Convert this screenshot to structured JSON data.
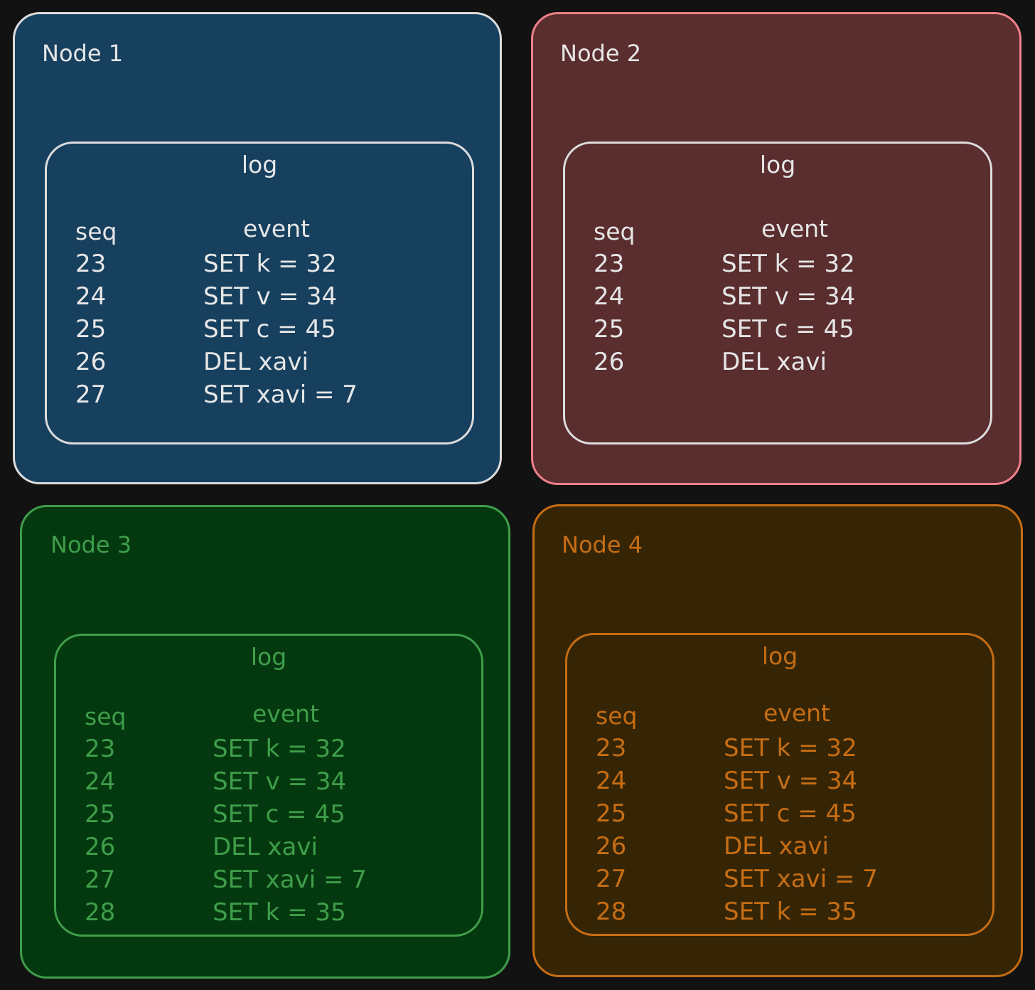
{
  "nodes": [
    {
      "title": "Node 1",
      "colors": {
        "fill": "#17405f",
        "border": "#dcdcdc",
        "text": "#e6e6e6"
      },
      "log": {
        "title": "log",
        "seq_header": "seq",
        "event_header": "event",
        "rows": [
          {
            "seq": "23",
            "event": "SET k = 32"
          },
          {
            "seq": "24",
            "event": "SET v = 34"
          },
          {
            "seq": "25",
            "event": "SET c = 45"
          },
          {
            "seq": "26",
            "event": "DEL xavi"
          },
          {
            "seq": "27",
            "event": "SET xavi = 7"
          }
        ]
      }
    },
    {
      "title": "Node 2",
      "colors": {
        "fill": "#5a2d2f",
        "border": "#ee8088",
        "log_border": "#dcdcdc",
        "text": "#e6e6e6"
      },
      "log": {
        "title": "log",
        "seq_header": "seq",
        "event_header": "event",
        "rows": [
          {
            "seq": "23",
            "event": "SET k = 32"
          },
          {
            "seq": "24",
            "event": "SET v = 34"
          },
          {
            "seq": "25",
            "event": "SET c = 45"
          },
          {
            "seq": "26",
            "event": "DEL xavi"
          }
        ]
      }
    },
    {
      "title": "Node 3",
      "colors": {
        "fill": "#04390f",
        "border": "#3f9e4a",
        "text": "#3f9e4a"
      },
      "log": {
        "title": "log",
        "seq_header": "seq",
        "event_header": "event",
        "rows": [
          {
            "seq": "23",
            "event": "SET k = 32"
          },
          {
            "seq": "24",
            "event": "SET v = 34"
          },
          {
            "seq": "25",
            "event": "SET c = 45"
          },
          {
            "seq": "26",
            "event": "DEL xavi"
          },
          {
            "seq": "27",
            "event": "SET xavi = 7"
          },
          {
            "seq": "28",
            "event": "SET k = 35"
          }
        ]
      }
    },
    {
      "title": "Node 4",
      "colors": {
        "fill": "#362505",
        "border": "#c66d14",
        "text": "#c66d14"
      },
      "log": {
        "title": "log",
        "seq_header": "seq",
        "event_header": "event",
        "rows": [
          {
            "seq": "23",
            "event": "SET k = 32"
          },
          {
            "seq": "24",
            "event": "SET v = 34"
          },
          {
            "seq": "25",
            "event": "SET c = 45"
          },
          {
            "seq": "26",
            "event": "DEL xavi"
          },
          {
            "seq": "27",
            "event": "SET xavi = 7"
          },
          {
            "seq": "28",
            "event": "SET k = 35"
          }
        ]
      }
    }
  ]
}
